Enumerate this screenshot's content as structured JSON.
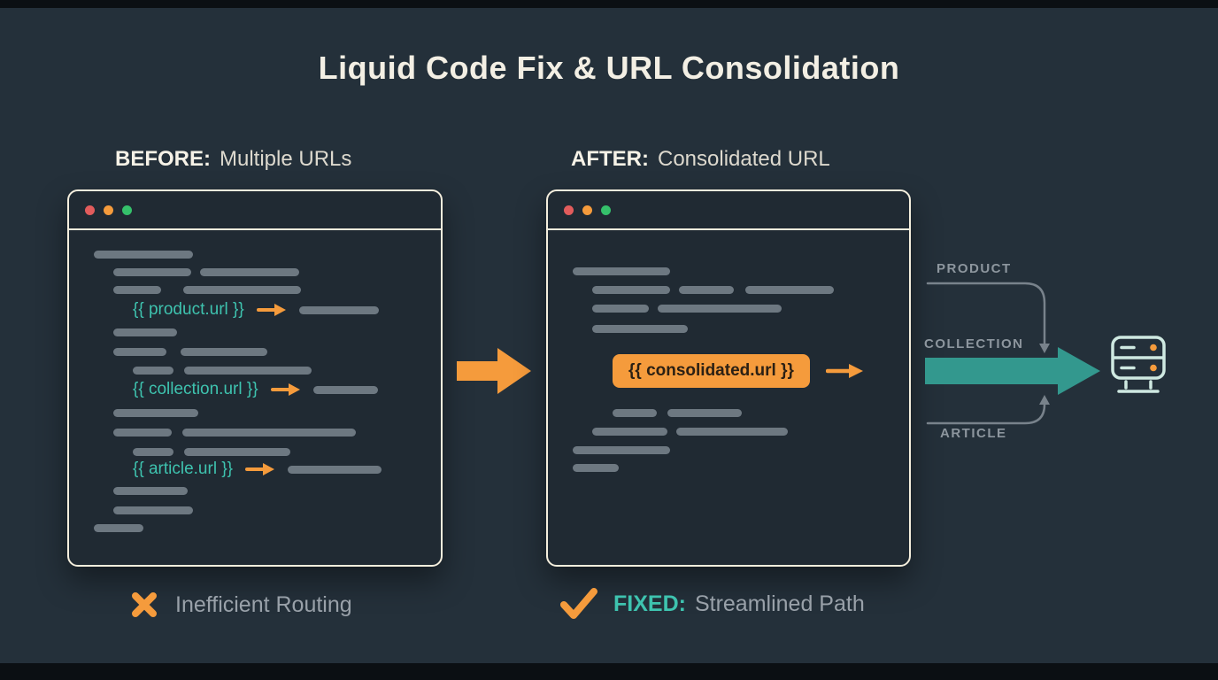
{
  "title": "Liquid Code Fix & URL Consolidation",
  "colors": {
    "background": "#24303a",
    "panel_border": "#f4eedd",
    "skeleton_bar": "#6d7881",
    "code_teal": "#3ec3af",
    "accent_orange": "#f59b3c",
    "flow_teal": "#33988e",
    "route_label_gray": "#8d969e",
    "caption_gray": "#99a1a9",
    "traffic_red": "#e25c5c",
    "traffic_yellow": "#f59b3c",
    "traffic_green": "#35c16b"
  },
  "before": {
    "label": "BEFORE:",
    "sublabel": "Multiple URLs",
    "code_lines": [
      "{{ product.url }}",
      "{{ collection.url }}",
      "{{ article.url }}"
    ],
    "caption": "Inefficient Routing"
  },
  "after": {
    "label": "AFTER:",
    "sublabel": "Consolidated URL",
    "code_box": "{{ consolidated.url }}",
    "caption_prefix": "FIXED:",
    "caption": "Streamlined Path"
  },
  "routing": {
    "labels": [
      "PRODUCT",
      "COLLECTION",
      "ARTICLE"
    ]
  },
  "icons": {
    "before_caption": "x-icon",
    "after_caption": "check-icon",
    "transform": "arrow-right-icon",
    "destination": "server-icon"
  }
}
